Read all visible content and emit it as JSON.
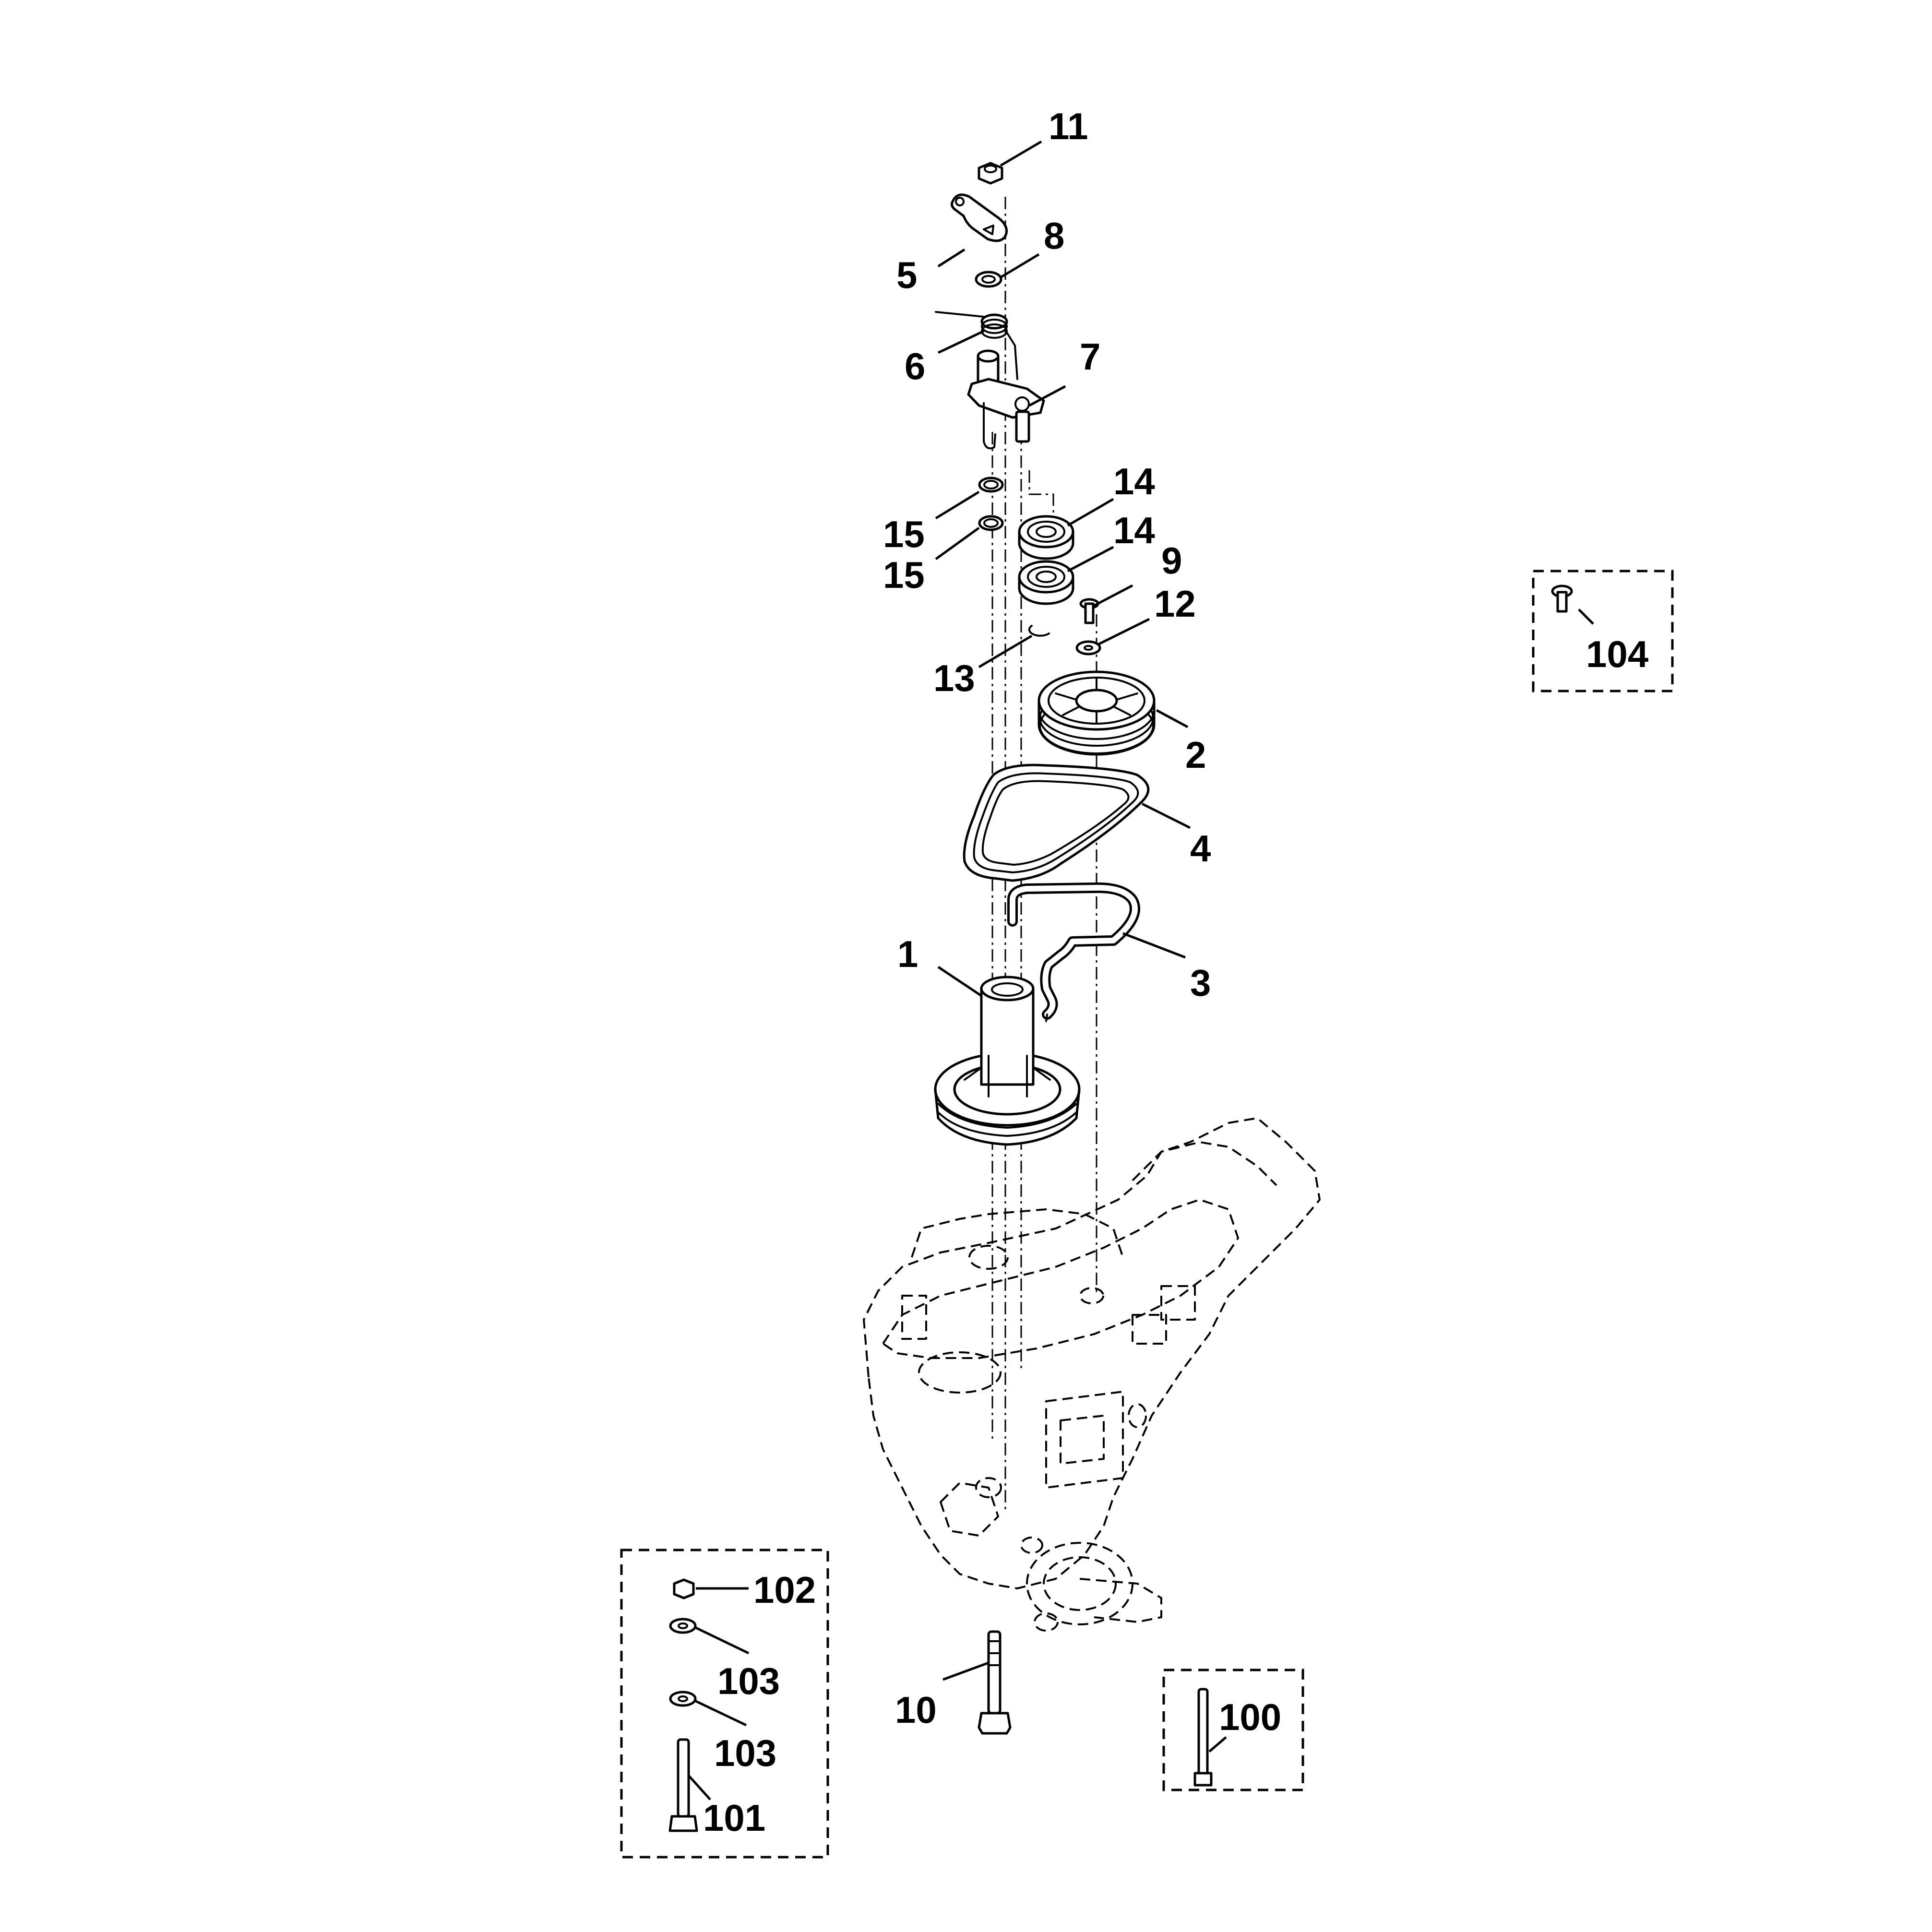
{
  "parts": [
    {
      "id": "p11",
      "label": "11"
    },
    {
      "id": "p5",
      "label": "5"
    },
    {
      "id": "p8",
      "label": "8"
    },
    {
      "id": "p6",
      "label": "6"
    },
    {
      "id": "p7",
      "label": "7"
    },
    {
      "id": "p14a",
      "label": "14"
    },
    {
      "id": "p14b",
      "label": "14"
    },
    {
      "id": "p15a",
      "label": "15"
    },
    {
      "id": "p15b",
      "label": "15"
    },
    {
      "id": "p9",
      "label": "9"
    },
    {
      "id": "p12",
      "label": "12"
    },
    {
      "id": "p13",
      "label": "13"
    },
    {
      "id": "p2",
      "label": "2"
    },
    {
      "id": "p4",
      "label": "4"
    },
    {
      "id": "p1",
      "label": "1"
    },
    {
      "id": "p3",
      "label": "3"
    },
    {
      "id": "p10",
      "label": "10"
    },
    {
      "id": "p104",
      "label": "104"
    },
    {
      "id": "p102",
      "label": "102"
    },
    {
      "id": "p103a",
      "label": "103"
    },
    {
      "id": "p103b",
      "label": "103"
    },
    {
      "id": "p101",
      "label": "101"
    },
    {
      "id": "p100",
      "label": "100"
    }
  ]
}
